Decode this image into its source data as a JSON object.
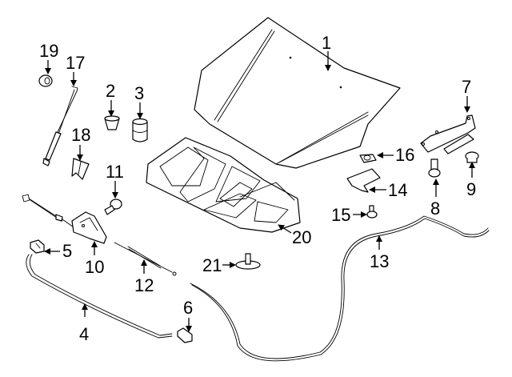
{
  "diagram": {
    "title": "Hood & Components",
    "background": "#ffffff",
    "line_color": "#000000",
    "callouts": [
      {
        "id": "1",
        "label": "1",
        "part": "hood-panel"
      },
      {
        "id": "2",
        "label": "2",
        "part": "bumper-cap"
      },
      {
        "id": "3",
        "label": "3",
        "part": "bumper-stop"
      },
      {
        "id": "4",
        "label": "4",
        "part": "front-seal"
      },
      {
        "id": "5",
        "label": "5",
        "part": "seal-end-clip-left"
      },
      {
        "id": "6",
        "label": "6",
        "part": "seal-end-clip-right"
      },
      {
        "id": "7",
        "label": "7",
        "part": "hinge"
      },
      {
        "id": "8",
        "label": "8",
        "part": "hinge-bolt"
      },
      {
        "id": "9",
        "label": "9",
        "part": "grommet"
      },
      {
        "id": "10",
        "label": "10",
        "part": "latch"
      },
      {
        "id": "11",
        "label": "11",
        "part": "latch-bolt"
      },
      {
        "id": "12",
        "label": "12",
        "part": "latch-cable"
      },
      {
        "id": "13",
        "label": "13",
        "part": "release-cable"
      },
      {
        "id": "14",
        "label": "14",
        "part": "insulator-pad"
      },
      {
        "id": "15",
        "label": "15",
        "part": "bolt"
      },
      {
        "id": "16",
        "label": "16",
        "part": "clip"
      },
      {
        "id": "17",
        "label": "17",
        "part": "prop-rod"
      },
      {
        "id": "18",
        "label": "18",
        "part": "prop-rod-clip"
      },
      {
        "id": "19",
        "label": "19",
        "part": "prop-rod-grommet"
      },
      {
        "id": "20",
        "label": "20",
        "part": "hood-insulator"
      },
      {
        "id": "21",
        "label": "21",
        "part": "retainer"
      }
    ]
  }
}
